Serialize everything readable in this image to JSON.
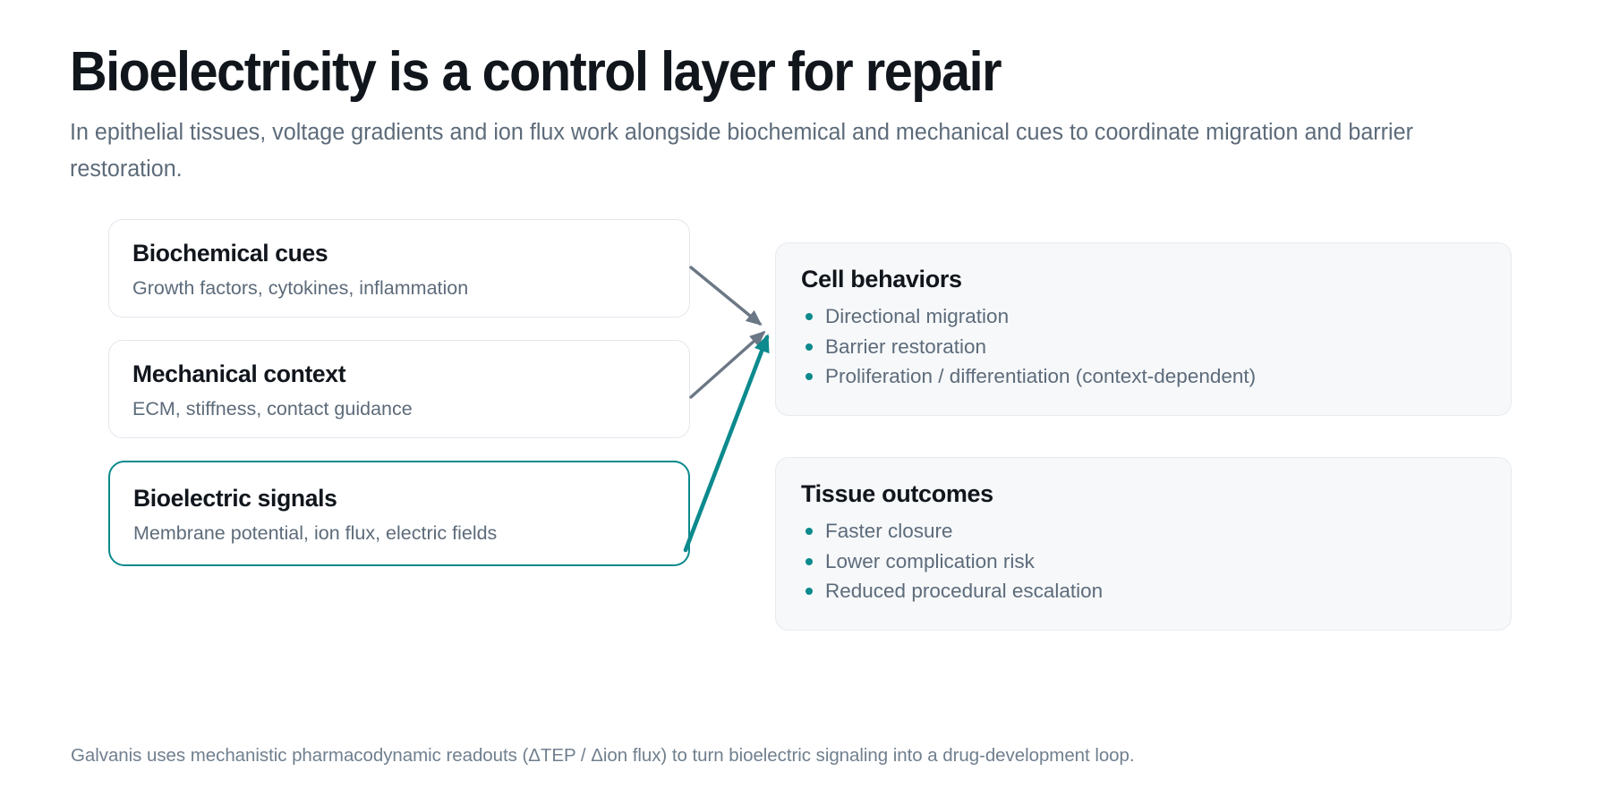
{
  "header": {
    "title": "Bioelectricity is a control layer for repair",
    "subtitle": "In epithelial tissues, voltage gradients and ion flux work alongside biochemical and mechanical cues to coordinate migration and barrier restoration."
  },
  "inputs": [
    {
      "title": "Biochemical cues",
      "subtitle": "Growth factors, cytokines, inflammation",
      "highlighted": false
    },
    {
      "title": "Mechanical context",
      "subtitle": "ECM, stiffness, contact guidance",
      "highlighted": false
    },
    {
      "title": "Bioelectric signals",
      "subtitle": "Membrane potential, ion flux, electric fields",
      "highlighted": true
    }
  ],
  "outputs": [
    {
      "title": "Cell behaviors",
      "items": [
        "Directional migration",
        "Barrier restoration",
        "Proliferation / differentiation (context-dependent)"
      ]
    },
    {
      "title": "Tissue outcomes",
      "items": [
        "Faster closure",
        "Lower complication risk",
        "Reduced procedural escalation"
      ]
    }
  ],
  "footer": {
    "note": "Galvanis uses mechanistic pharmacodynamic readouts (ΔTEP / Δion flux) to turn bioelectric signaling into a drug-development loop."
  },
  "colors": {
    "accent_teal": "#0c8a8d",
    "arrow_gray": "#6b7785",
    "panel_bg": "#f6f8fa",
    "card_border": "#e3e7ed",
    "title_ink": "#11161c",
    "body_ink": "#5d6b7a"
  }
}
